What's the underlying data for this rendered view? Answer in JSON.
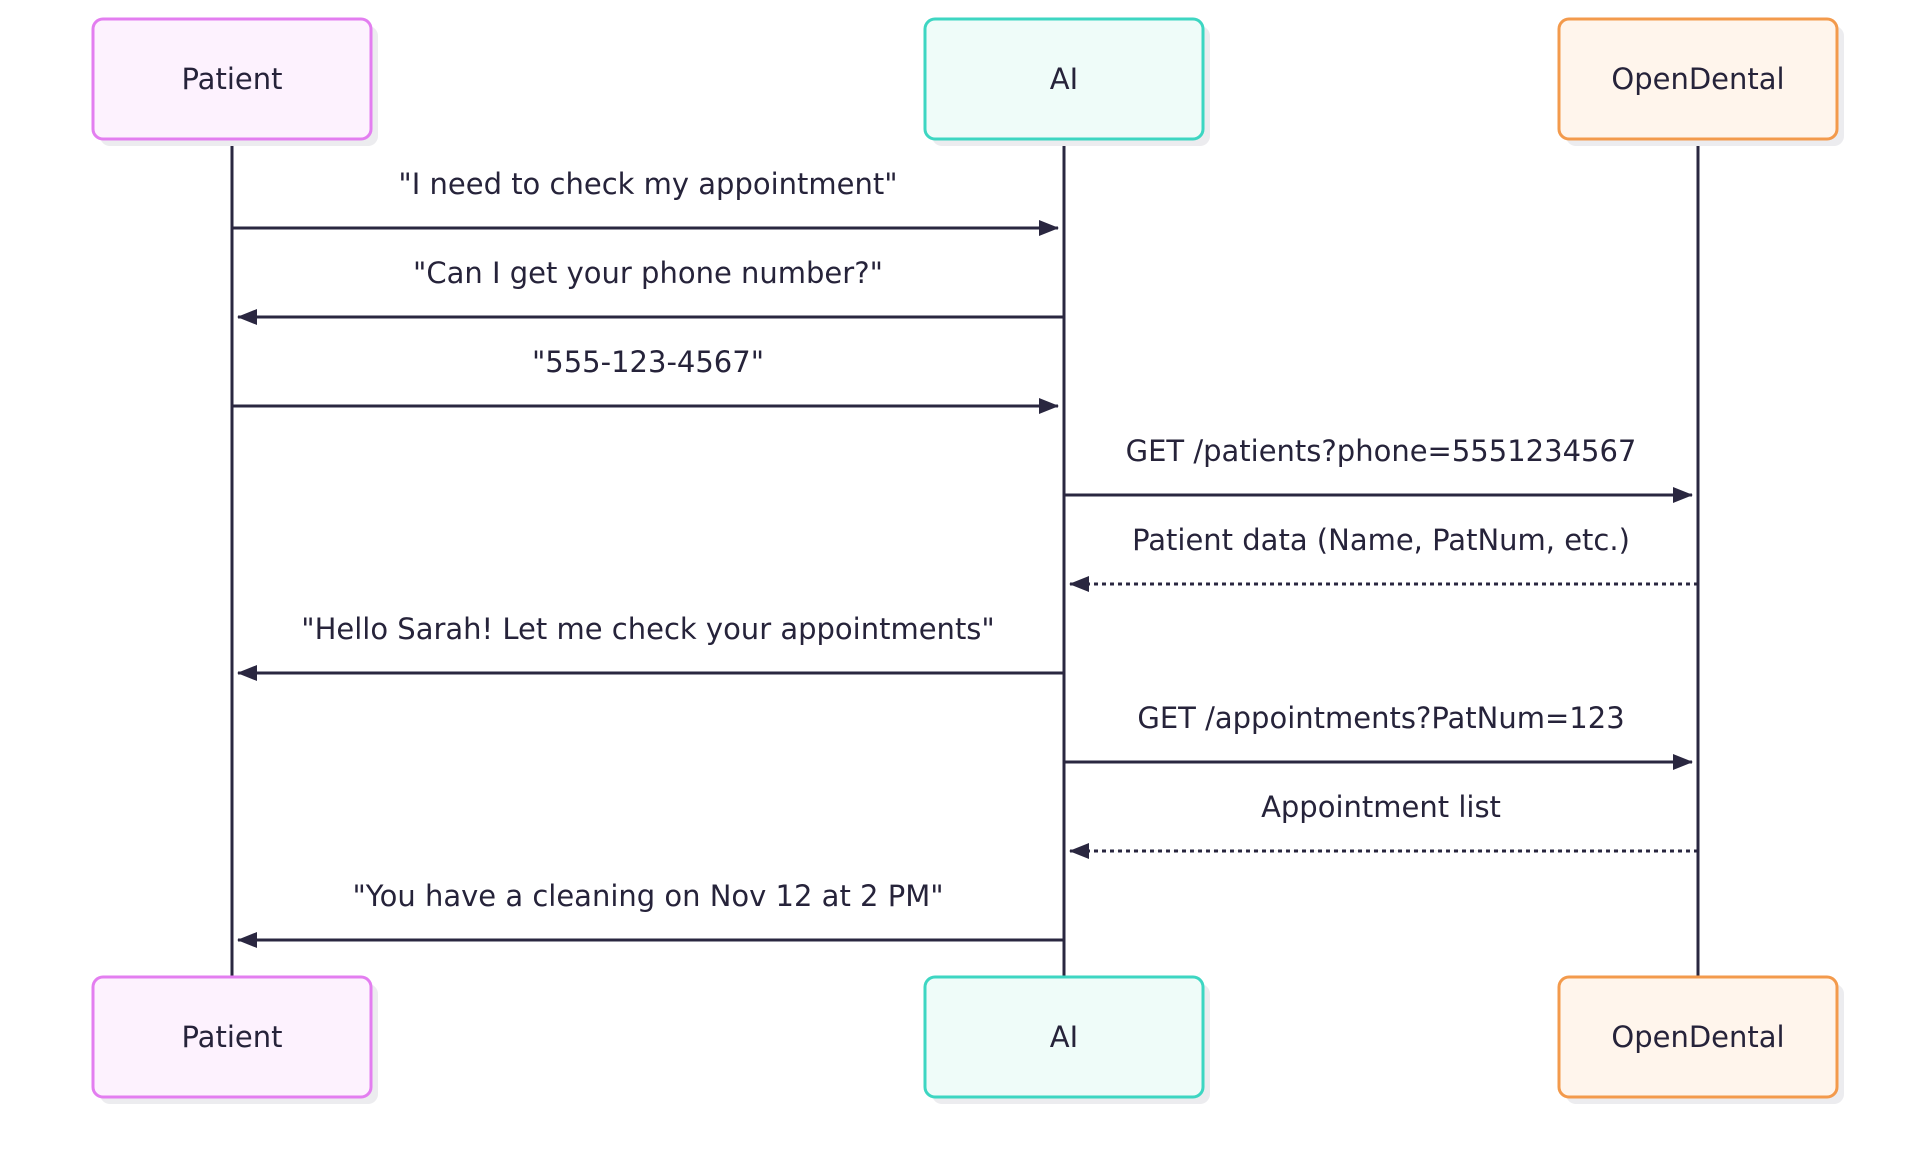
{
  "participants": [
    {
      "id": "patient",
      "label": "Patient",
      "border": "#e37ef0",
      "fill": "#fdf2fe"
    },
    {
      "id": "ai",
      "label": "AI",
      "border": "#3dd6c2",
      "fill": "#effcf9"
    },
    {
      "id": "opendental",
      "label": "OpenDental",
      "border": "#f39a4c",
      "fill": "#fff5ec"
    }
  ],
  "messages": [
    {
      "from": "patient",
      "to": "ai",
      "text": "\"I need to check my appointment\"",
      "style": "solid"
    },
    {
      "from": "ai",
      "to": "patient",
      "text": "\"Can I get your phone number?\"",
      "style": "solid"
    },
    {
      "from": "patient",
      "to": "ai",
      "text": "\"555-123-4567\"",
      "style": "solid"
    },
    {
      "from": "ai",
      "to": "opendental",
      "text": "GET /patients?phone=5551234567",
      "style": "solid"
    },
    {
      "from": "opendental",
      "to": "ai",
      "text": "Patient data (Name, PatNum, etc.)",
      "style": "dashed"
    },
    {
      "from": "ai",
      "to": "patient",
      "text": "\"Hello Sarah! Let me check your appointments\"",
      "style": "solid"
    },
    {
      "from": "ai",
      "to": "opendental",
      "text": "GET /appointments?PatNum=123",
      "style": "solid"
    },
    {
      "from": "opendental",
      "to": "ai",
      "text": "Appointment list",
      "style": "dashed"
    },
    {
      "from": "ai",
      "to": "patient",
      "text": "\"You have a cleaning on Nov 12 at 2 PM\"",
      "style": "solid"
    }
  ],
  "colors": {
    "line": "#2a2740",
    "text": "#26233a",
    "shadow": "#ececef"
  }
}
